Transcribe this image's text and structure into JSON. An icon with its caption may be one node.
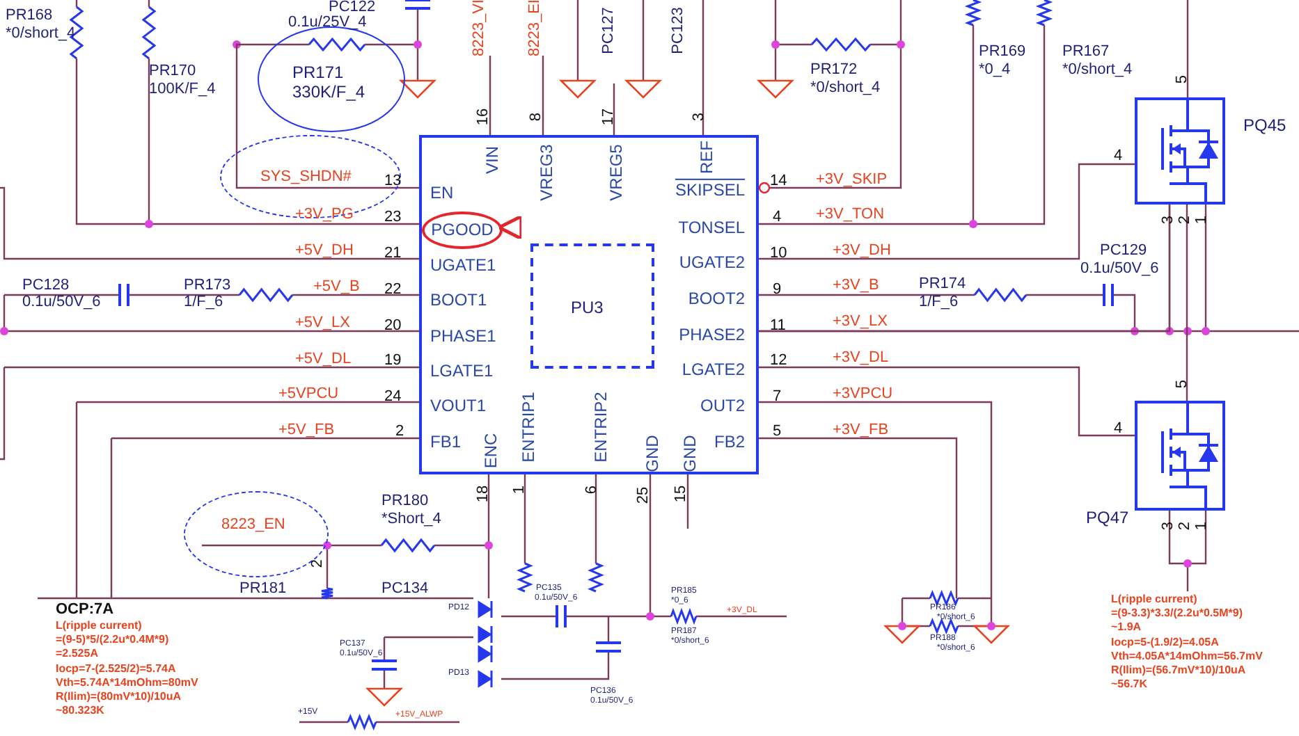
{
  "diagram": {
    "nodes": [
      {
        "text": [
          "VIN",
          "VREG3",
          "VREG5",
          "REF",
          "EN",
          "SKIPSEL",
          "TONSEL",
          "UGATE1",
          "UGATE2",
          "BOOT1",
          "BOOT2",
          "PHASE1",
          "PHASE2",
          "LGATE1",
          "LGATE2",
          "VOUT1",
          "OUT2",
          "FB1",
          "FB2",
          "ENC",
          "ENTRIP1",
          "ENTRIP2",
          "GND",
          "GND"
        ]
      },
      {
        "text": [
          "PGOOD"
        ],
        "in": 0
      },
      {
        "text": [
          "PU3"
        ],
        "in": 0
      },
      {
        "text": [
          "PR171",
          "330K/F_4"
        ]
      },
      {
        "text": [
          "SYS_SHDN#"
        ]
      },
      {
        "text": [
          "8223_EN"
        ]
      },
      {
        "text": [],
        "shape": "box",
        "beside": [
          "5",
          "4",
          "PQ45",
          "3",
          "2",
          "1"
        ]
      },
      {
        "text": [],
        "shape": "box",
        "beside": [
          "5",
          "4",
          "PQ47",
          "3",
          "2",
          "1"
        ]
      }
    ],
    "edges": [
      {
        "from": null,
        "to": 1,
        "arrow": "to",
        "style": "thick",
        "color": "#e3262c"
      },
      {
        "from": 0,
        "to": 6,
        "arrow": "none"
      },
      {
        "from": 0,
        "to": 7,
        "arrow": "none"
      },
      {
        "from": 6,
        "to": 7,
        "arrow": "none"
      },
      {
        "from": 0,
        "to": 6,
        "arrow": "none"
      },
      {
        "from": 0,
        "to": 4,
        "arrow": "none"
      },
      {
        "from": 4,
        "to": 3,
        "arrow": "none"
      }
    ],
    "labels": [
      "PC122",
      "0.1u/25V_4",
      "8223_VI",
      "8223_EI",
      "PC127",
      "PC123",
      "PR168",
      "*0/short_4",
      "PR170",
      "100K/F_4",
      "PR172",
      "*0/short_4",
      "PR169",
      "*0_4",
      "PR167",
      "*0/short_4",
      "16",
      "8",
      "17",
      "3",
      "13",
      "+3V_PG",
      "23",
      "+5V_DH",
      "21",
      "PC128",
      "0.1u/50V_6",
      "PR173",
      "1/F_6",
      "+5V_B",
      "22",
      "+5V_LX",
      "20",
      "+5V_DL",
      "19",
      "+5VPCU",
      "24",
      "+5V_FB",
      "2",
      "14",
      "+3V_SKIP",
      "4",
      "+3V_TON",
      "10",
      "+3V_DH",
      "PC129",
      "0.1u/50V_6",
      "9",
      "+3V_B",
      "PR174",
      "1/F_6",
      "11",
      "+3V_LX",
      "12",
      "+3V_DL",
      "7",
      "+3VPCU",
      "5",
      "+3V_FB",
      "PR180",
      "18",
      "1",
      "6",
      "25",
      "15",
      "*Short_4",
      "2",
      "PR181",
      "PC134",
      "OCP:7A",
      "L(ripple current)",
      "=(9-5)*5/(2.2u*0.4M*9)",
      "=2.525A",
      "Iocp=7-(2.525/2)=5.74A",
      "Vth=5.74A*14mOhm=80mV",
      "R(Ilim)=(80mV*10)/10uA",
      "~80.323K",
      "PC135",
      "0.1u/50V_6",
      "PR185",
      "*0_6",
      "PD12",
      "+3V_DL",
      "PR187",
      "*0/short_6",
      "PR186",
      "*0/short_6",
      "PR188",
      "*0/short_6",
      "PC137",
      "0.1u/50V_6",
      "PD13",
      "PC136",
      "0.1u/50V_6",
      "+15V",
      "+15V_ALWP",
      "L(ripple current)",
      "=(9-3.3)*3.3/(2.2u*0.5M*9)",
      "~1.9A",
      "Iocp=5-(1.9/2)=4.05A",
      "Vth=4.05A*14mOhm=56.7mV",
      "R(Ilim)=(56.7mV*10)/10uA",
      "~56.7K"
    ]
  }
}
